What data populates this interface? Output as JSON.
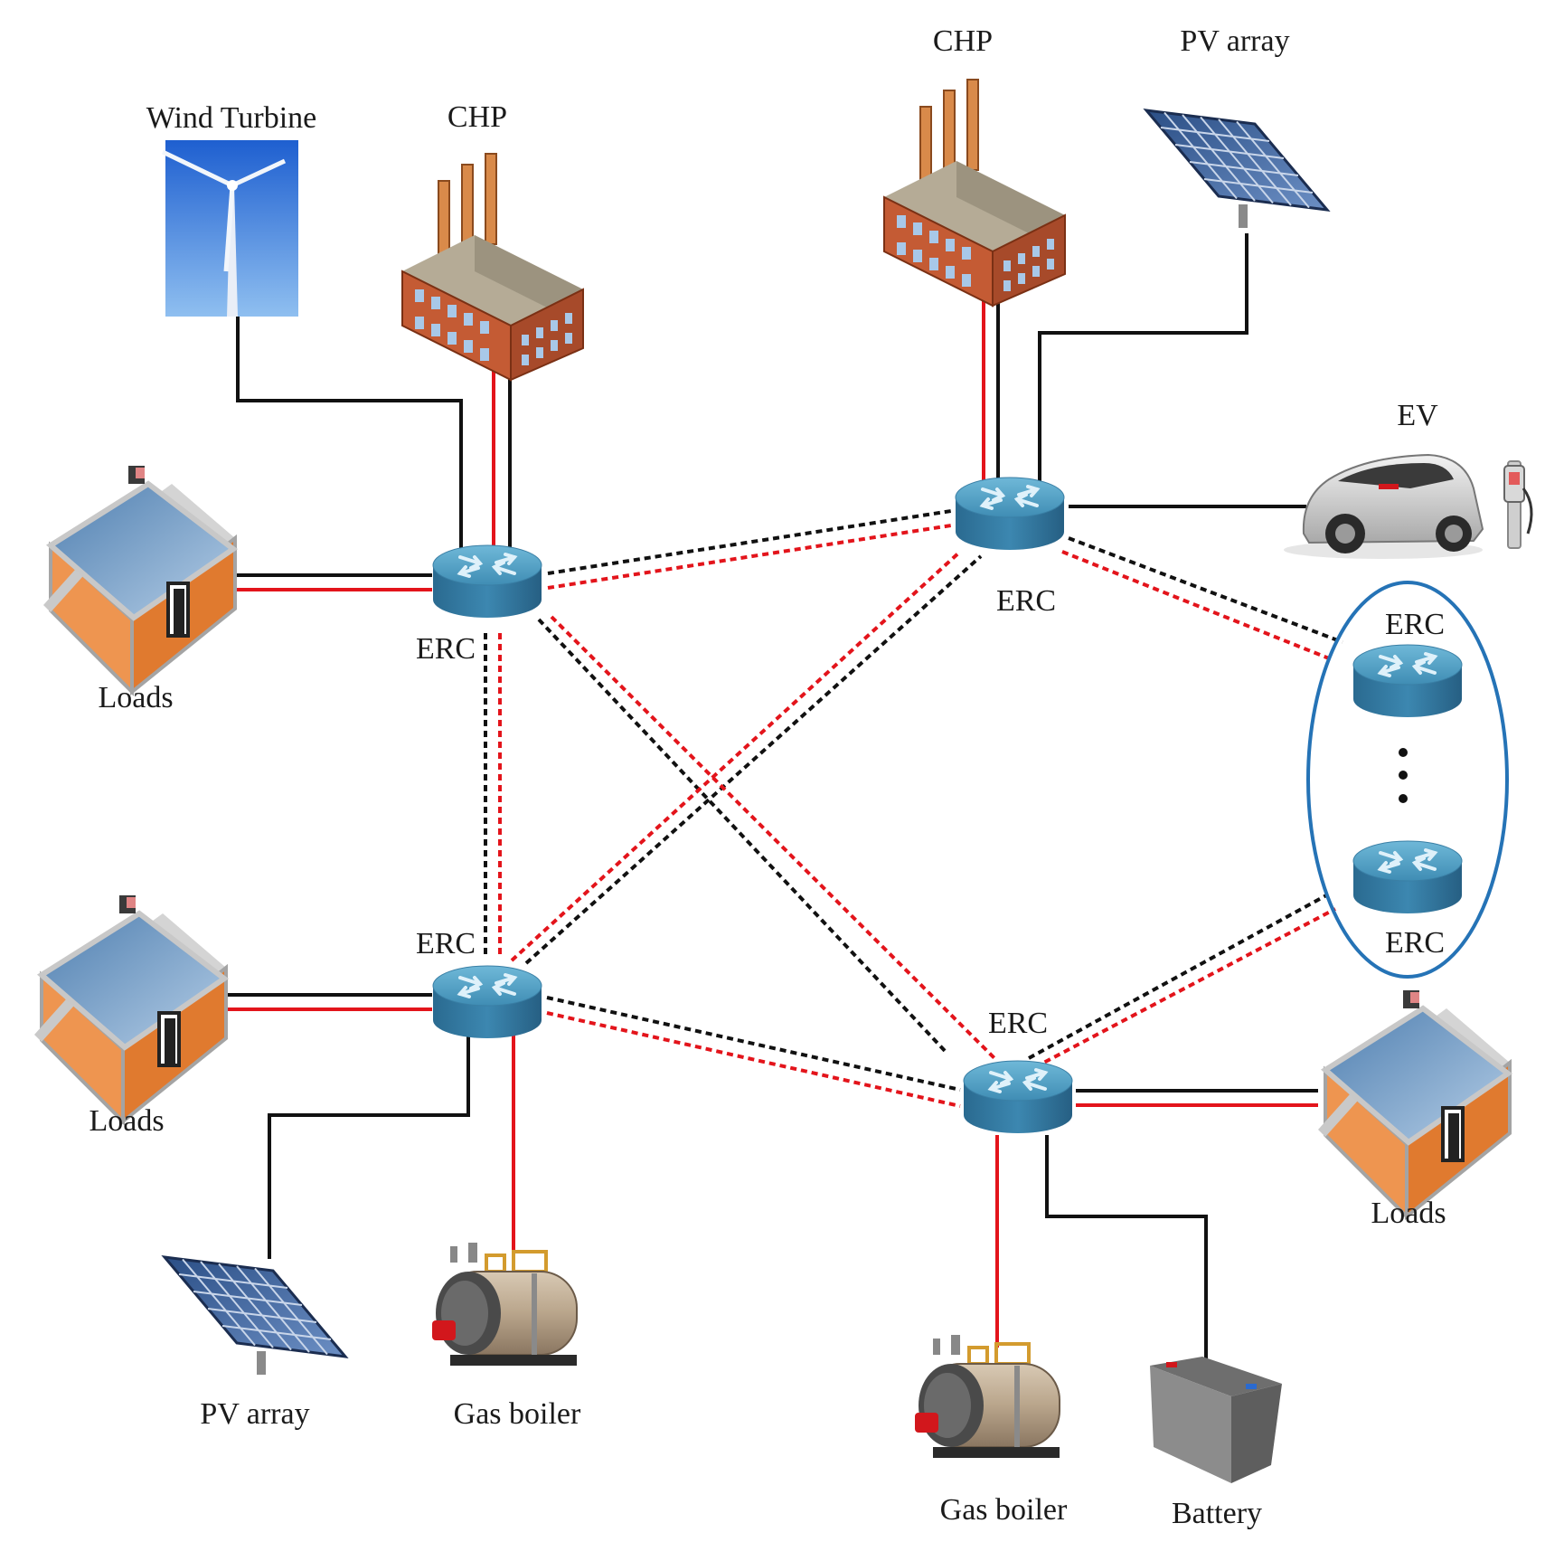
{
  "labels": {
    "wind_turbine": "Wind Turbine",
    "chp_left": "CHP",
    "chp_right": "CHP",
    "pv_top": "PV array",
    "ev": "EV",
    "loads_top_left": "Loads",
    "loads_bottom_left": "Loads",
    "loads_right": "Loads",
    "erc_top_left": "ERC",
    "erc_top_right": "ERC",
    "erc_bottom_left": "ERC",
    "erc_bottom_right": "ERC",
    "erc_group_top": "ERC",
    "erc_group_bottom": "ERC",
    "pv_bottom": "PV array",
    "gas_boiler_left": "Gas boiler",
    "gas_boiler_right": "Gas boiler",
    "battery": "Battery"
  },
  "colors": {
    "electric_line": "#111111",
    "heat_line": "#e3141b",
    "router_top": "#4d9cc0",
    "router_side": "#2f6f94",
    "group_ellipse": "#2573b6",
    "house_wall": "#e8883a",
    "roof": "#7aa2c8",
    "brick": "#b85f3a"
  },
  "icons": {
    "router": "router-icon",
    "house": "house-icon",
    "factory": "factory-icon",
    "wind": "wind-turbine-icon",
    "solar": "solar-panel-icon",
    "boiler": "gas-boiler-icon",
    "battery": "battery-icon",
    "car": "electric-car-icon",
    "charger": "ev-charger-icon"
  }
}
